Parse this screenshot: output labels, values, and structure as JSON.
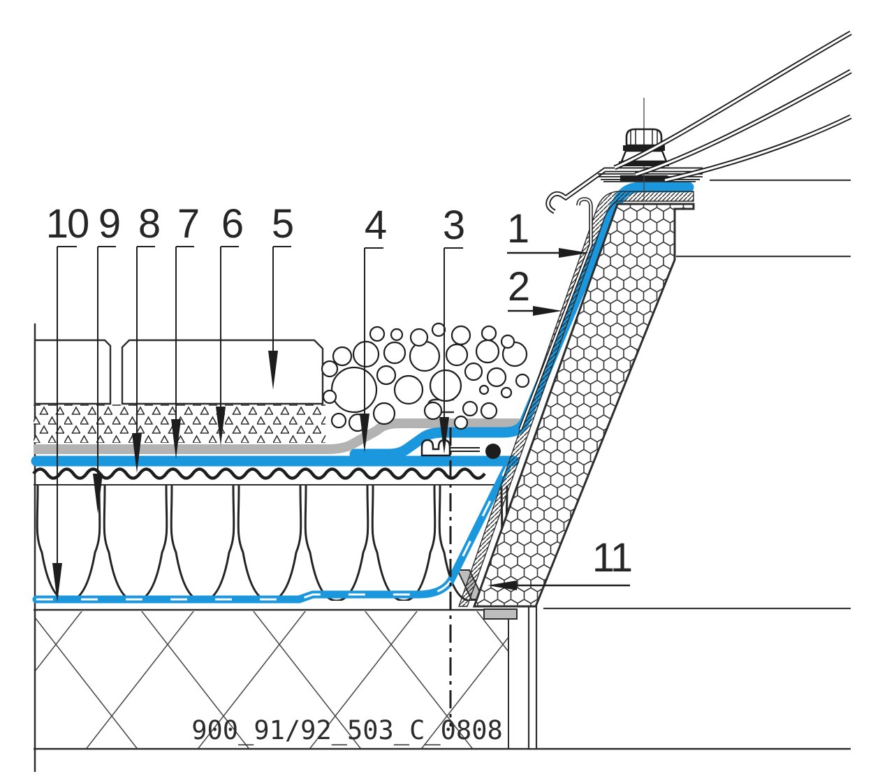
{
  "drawing": {
    "code": "900_91/92_503_C_0808",
    "callouts": [
      {
        "label": "1"
      },
      {
        "label": "2"
      },
      {
        "label": "3"
      },
      {
        "label": "4"
      },
      {
        "label": "5"
      },
      {
        "label": "6"
      },
      {
        "label": "7"
      },
      {
        "label": "8"
      },
      {
        "label": "9"
      },
      {
        "label": "10"
      },
      {
        "label": "11"
      }
    ],
    "colors": {
      "membrane_blue": "#1b97dd",
      "fleece_gray": "#b3b3b3",
      "plate_gray": "#bdbdbd",
      "ink": "#2d2d2d"
    }
  }
}
